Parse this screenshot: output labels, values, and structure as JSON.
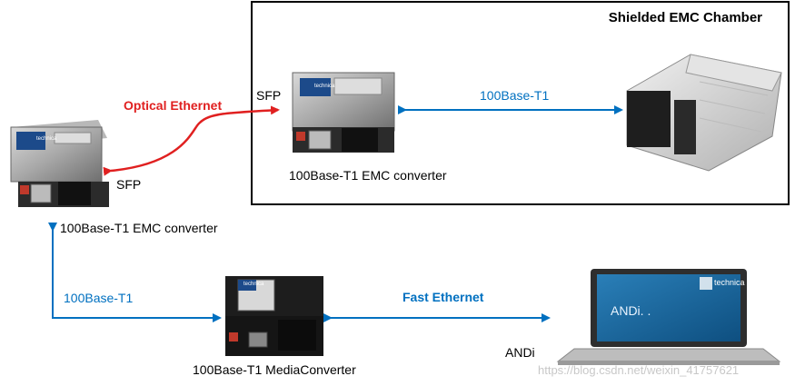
{
  "chamber": {
    "title": "Shielded EMC Chamber"
  },
  "labels": {
    "optical_ethernet": "Optical Ethernet",
    "sfp_left": "SFP",
    "sfp_right": "SFP",
    "link_top": "100Base-T1",
    "link_left": "100Base-T1",
    "fast_ethernet": "Fast Ethernet",
    "converter_inside": "100Base-T1 EMC converter",
    "converter_outside": "100Base-T1 EMC converter",
    "media_converter": "100Base-T1 MediaConverter",
    "andi": "ANDi"
  },
  "devices": {
    "brand_text": "technica",
    "screen_text": "ANDi. ."
  },
  "watermark": "https://blog.csdn.net/weixin_41757621",
  "colors": {
    "blue_arrow": "#0070c0",
    "red_arrow": "#e02020"
  }
}
